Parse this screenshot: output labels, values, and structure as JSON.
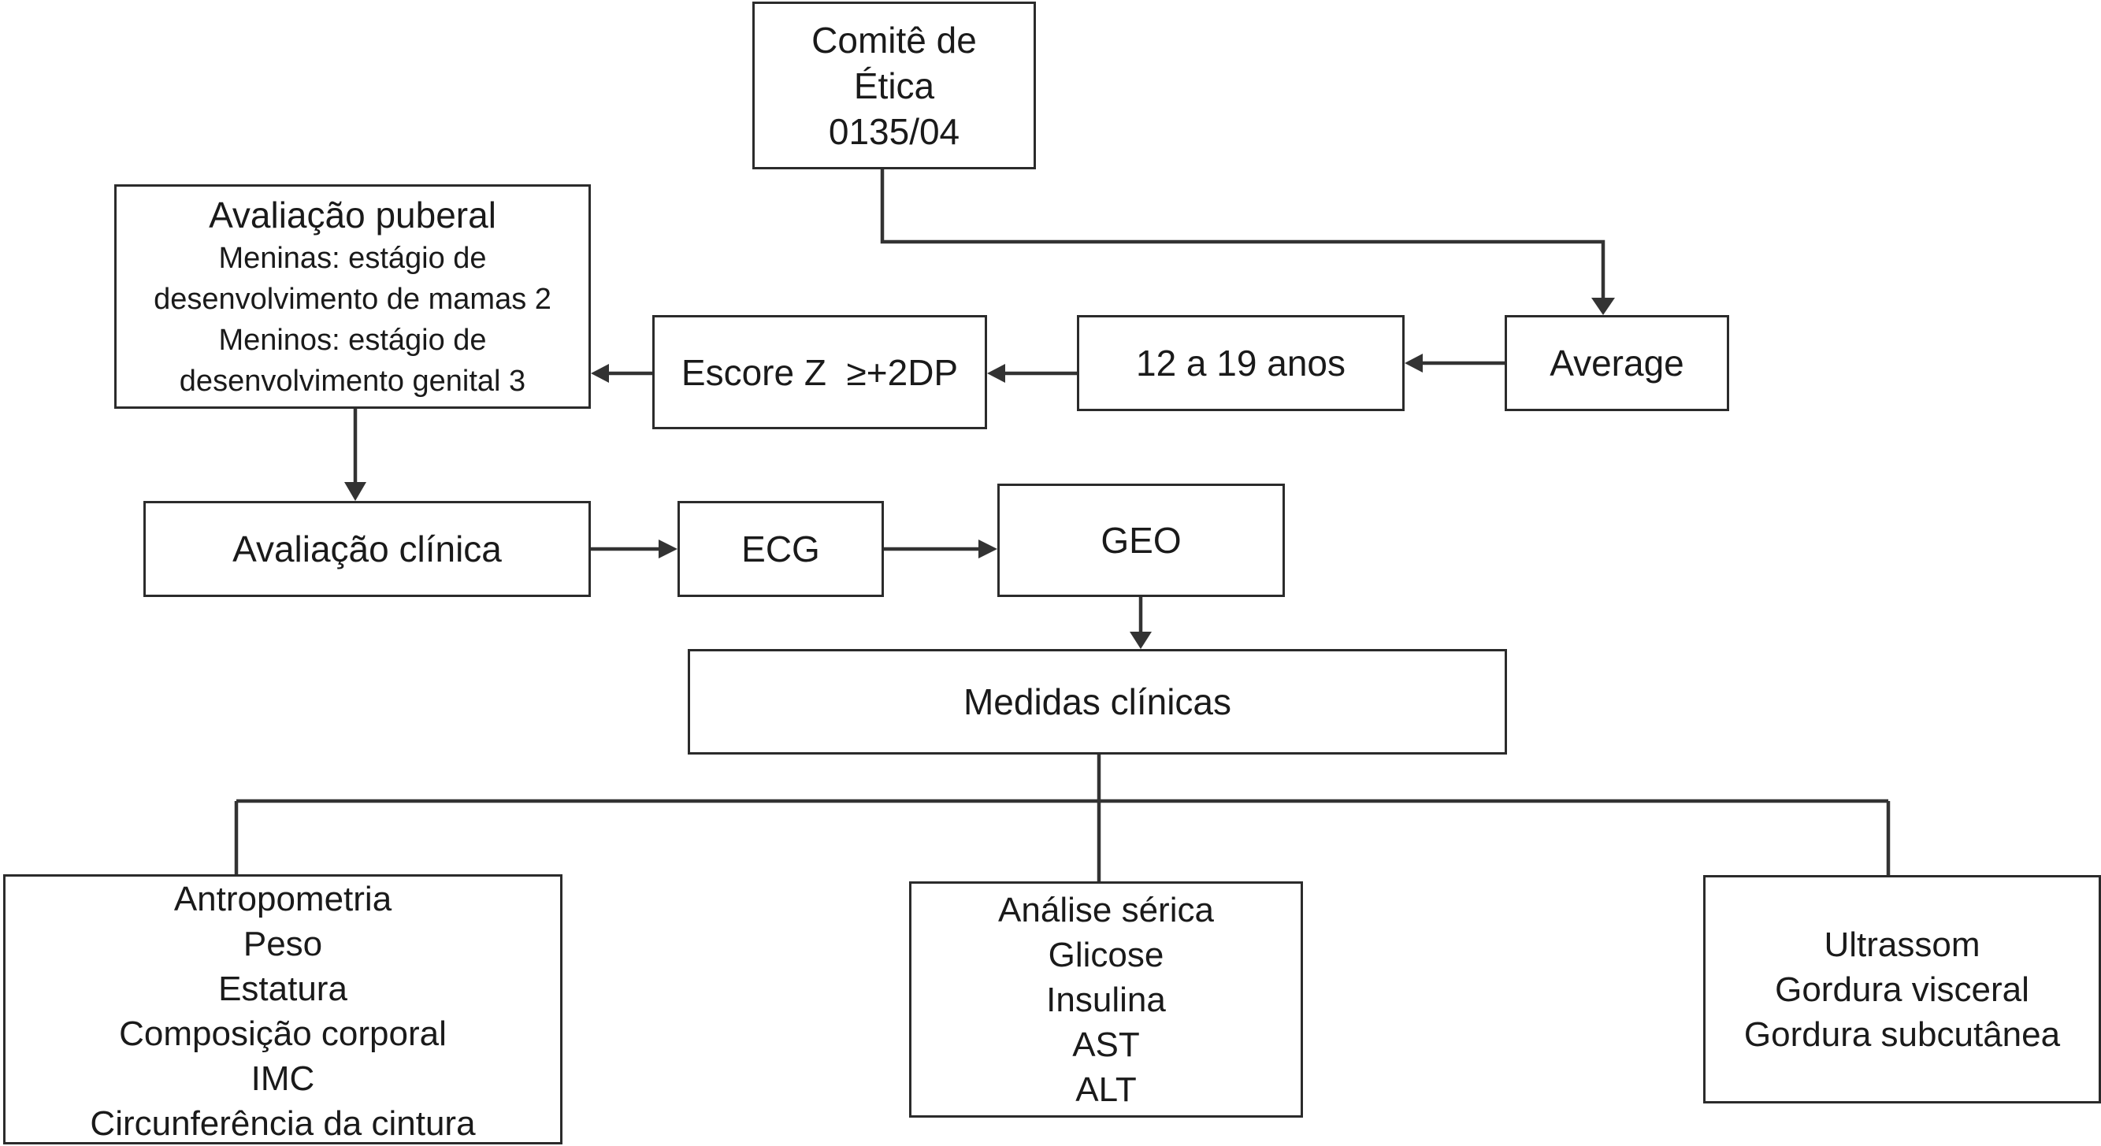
{
  "nodes": {
    "comite": [
      "Comitê de",
      "Ética",
      "0135/04"
    ],
    "puberal": {
      "title": "Avaliação puberal",
      "lines": [
        "Meninas: estágio de",
        "desenvolvimento de mamas 2",
        "Meninos: estágio de",
        "desenvolvimento genital 3"
      ]
    },
    "escore": "Escore Z  ≥+2DP",
    "idade": "12 a 19 anos",
    "average": "Average",
    "clinica": "Avaliação clínica",
    "ecg": "ECG",
    "geo": "GEO",
    "medidas": "Medidas clínicas",
    "antropometria": [
      "Antropometria",
      "Peso",
      "Estatura",
      "Composição corporal",
      "IMC",
      "Circunferência da cintura"
    ],
    "serica": [
      "Análise sérica",
      "Glicose",
      "Insulina",
      "AST",
      "ALT"
    ],
    "ultrassom": [
      "Ultrassom",
      "Gordura visceral",
      "Gordura subcutânea"
    ]
  },
  "edge_color": "#333333"
}
